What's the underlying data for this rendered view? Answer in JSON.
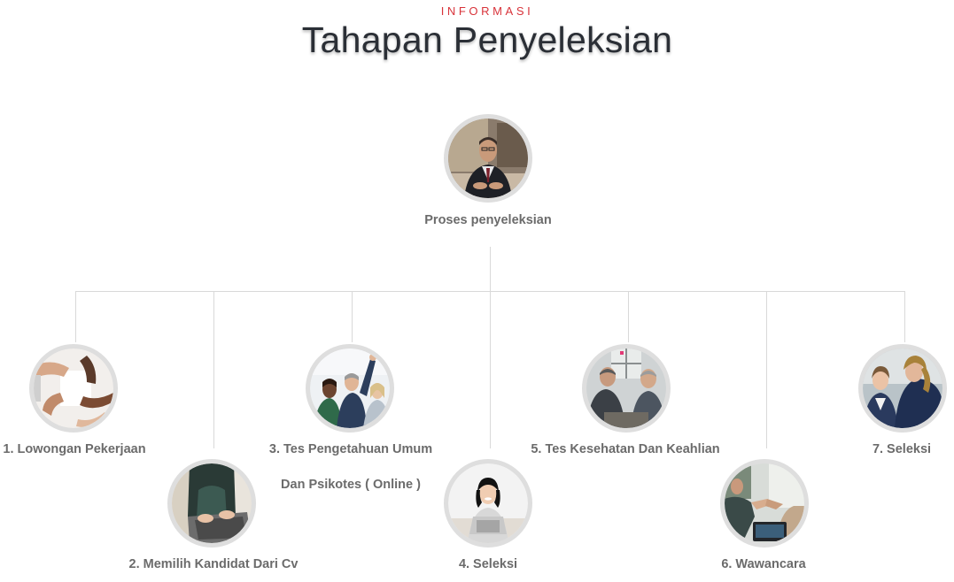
{
  "header": {
    "kicker": "INFORMASI",
    "title": "Tahapan Penyeleksian"
  },
  "root": {
    "label": "Proses penyeleksian",
    "image": "businessman-portrait"
  },
  "steps": [
    {
      "label": "1. Lowongan Pekerjaan",
      "image": "hands-joined"
    },
    {
      "label": "2. Memilih Kandidat Dari Cv",
      "image": "laptop-typing"
    },
    {
      "label": "3. Tes Pengetahuan Umum",
      "label_line2": "Dan Psikotes ( Online )",
      "image": "team-celebrating"
    },
    {
      "label": "4. Seleksi",
      "image": "woman-at-laptop"
    },
    {
      "label": "5. Tes Kesehatan Dan Keahlian",
      "image": "men-meeting"
    },
    {
      "label": "6. Wawancara",
      "image": "handshake"
    },
    {
      "label": "7. Seleksi",
      "image": "colleagues-talking"
    }
  ],
  "colors": {
    "kicker": "#d8333a",
    "title": "#2b2f36",
    "label": "#6b6b6b",
    "connector": "#d9d9d9",
    "ring": "#dedede"
  }
}
